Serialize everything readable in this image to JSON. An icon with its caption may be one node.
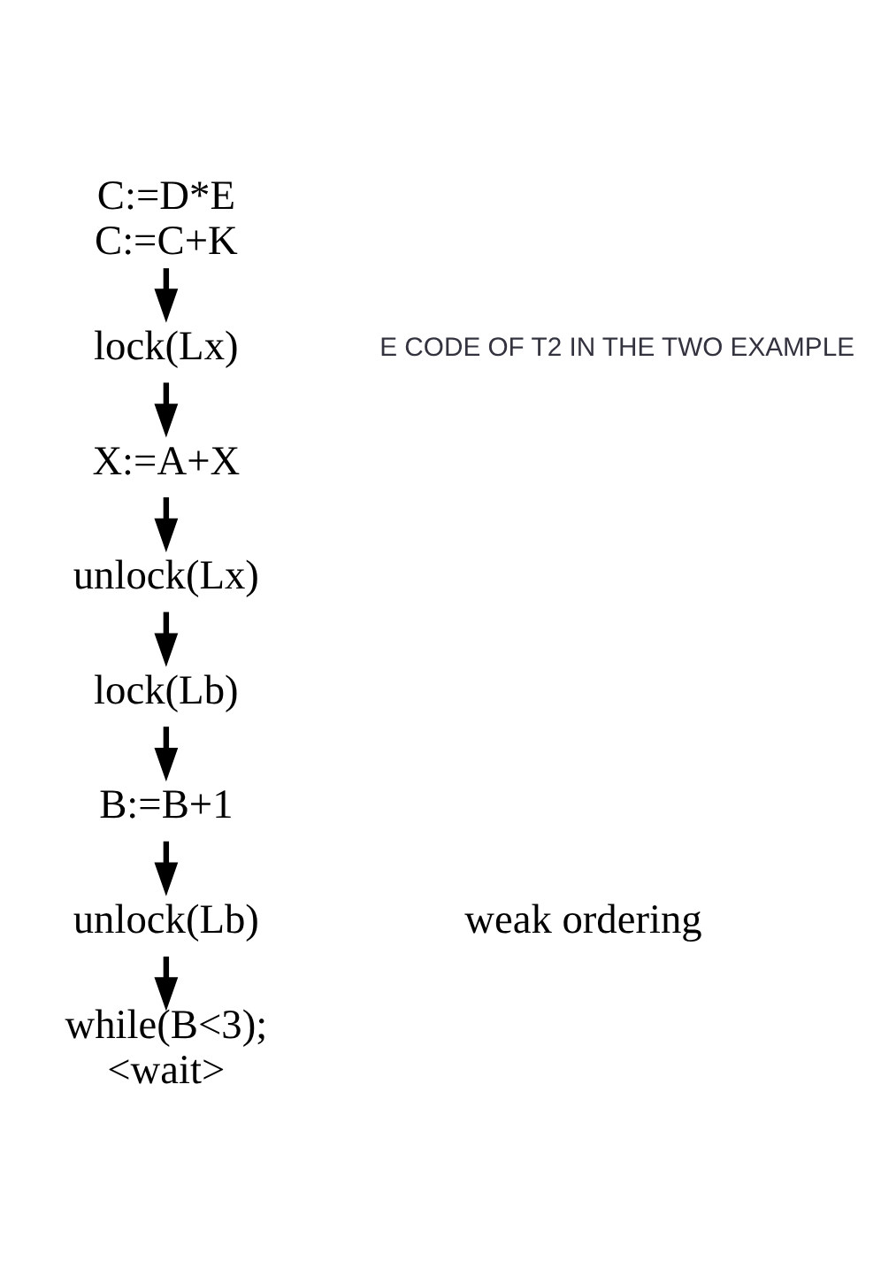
{
  "diagram": {
    "nodes": [
      {
        "text": [
          "C:=D*E",
          "C:=C+K"
        ]
      },
      {
        "text": [
          "lock(Lx)"
        ]
      },
      {
        "text": [
          "X:=A+X"
        ]
      },
      {
        "text": [
          "unlock(Lx)"
        ]
      },
      {
        "text": [
          "lock(Lb)"
        ]
      },
      {
        "text": [
          "B:=B+1"
        ]
      },
      {
        "text": [
          "unlock(Lb)"
        ]
      },
      {
        "text": [
          "while(B<3);",
          "<wait>"
        ]
      }
    ],
    "edges": [
      {
        "from": 0,
        "to": 1,
        "arrow": "to"
      },
      {
        "from": 1,
        "to": 2,
        "arrow": "to"
      },
      {
        "from": 2,
        "to": 3,
        "arrow": "to"
      },
      {
        "from": 3,
        "to": 4,
        "arrow": "to"
      },
      {
        "from": 4,
        "to": 5,
        "arrow": "to"
      },
      {
        "from": 5,
        "to": 6,
        "arrow": "to"
      },
      {
        "from": 6,
        "to": 7,
        "arrow": "to"
      }
    ],
    "labels": [
      "E CODE OF T2 IN THE TWO EXAMPLE",
      "weak ordering"
    ]
  }
}
